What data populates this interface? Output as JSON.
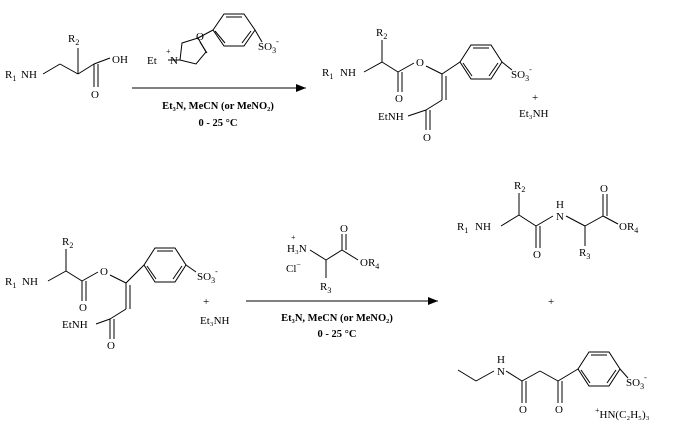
{
  "reaction1": {
    "reactant_amino_acid": {
      "r1": "R",
      "r1_sub": "1",
      "nh": "NH",
      "r2": "R",
      "r2_sub": "2",
      "oh": "OH",
      "o": "O"
    },
    "reagent_isoxazolium": {
      "et": "Et",
      "n": "N",
      "plus": "+",
      "o": "O",
      "so3": "SO",
      "so3_sub": "3",
      "so3_charge": "-"
    },
    "conditions": {
      "line1": "Et₃N, MeCN (or MeNO₂)",
      "line2": "0 - 25 °C"
    },
    "product_enol_ester": {
      "r1": "R",
      "r1_sub": "1",
      "nh": "NH",
      "r2": "R",
      "r2_sub": "2",
      "o_ester": "O",
      "o_carbonyl": "O",
      "etnh": "EtNH",
      "o_amide": "O",
      "so3": "SO",
      "so3_sub": "3",
      "so3_charge": "-"
    },
    "counterion": {
      "plus": "+",
      "et3nh": "Et₃NH"
    }
  },
  "reaction2": {
    "reactant_enol_ester": {
      "r1": "R",
      "r1_sub": "1",
      "nh": "NH",
      "r2": "R",
      "r2_sub": "2",
      "o_ester": "O",
      "o_carbonyl": "O",
      "etnh": "EtNH",
      "o_amide": "O",
      "so3": "SO",
      "so3_sub": "3",
      "so3_charge": "-"
    },
    "counterion": {
      "plus": "+",
      "et3nh": "Et₃NH"
    },
    "amine_salt": {
      "h3n": "H₃N",
      "plus": "+",
      "cl": "Cl",
      "cl_charge": "−",
      "o": "O",
      "or4": "OR",
      "or4_sub": "4",
      "r3": "R",
      "r3_sub": "3"
    },
    "conditions": {
      "line1": "Et₃N, MeCN (or MeNO₂)",
      "line2": "0 - 25 °C"
    },
    "product_dipeptide": {
      "r1": "R",
      "r1_sub": "1",
      "nh1": "NH",
      "r2": "R",
      "r2_sub": "2",
      "o1": "O",
      "h": "H",
      "n": "N",
      "o2": "O",
      "or4": "OR",
      "or4_sub": "4",
      "r3": "R",
      "r3_sub": "3"
    },
    "plus": "+",
    "product_byproduct": {
      "h": "H",
      "n": "N",
      "o1": "O",
      "o2": "O",
      "so3": "SO",
      "so3_sub": "3",
      "so3_charge": "-",
      "counter_plus": "+",
      "counter": "HN(C₂H₅)₃"
    }
  }
}
